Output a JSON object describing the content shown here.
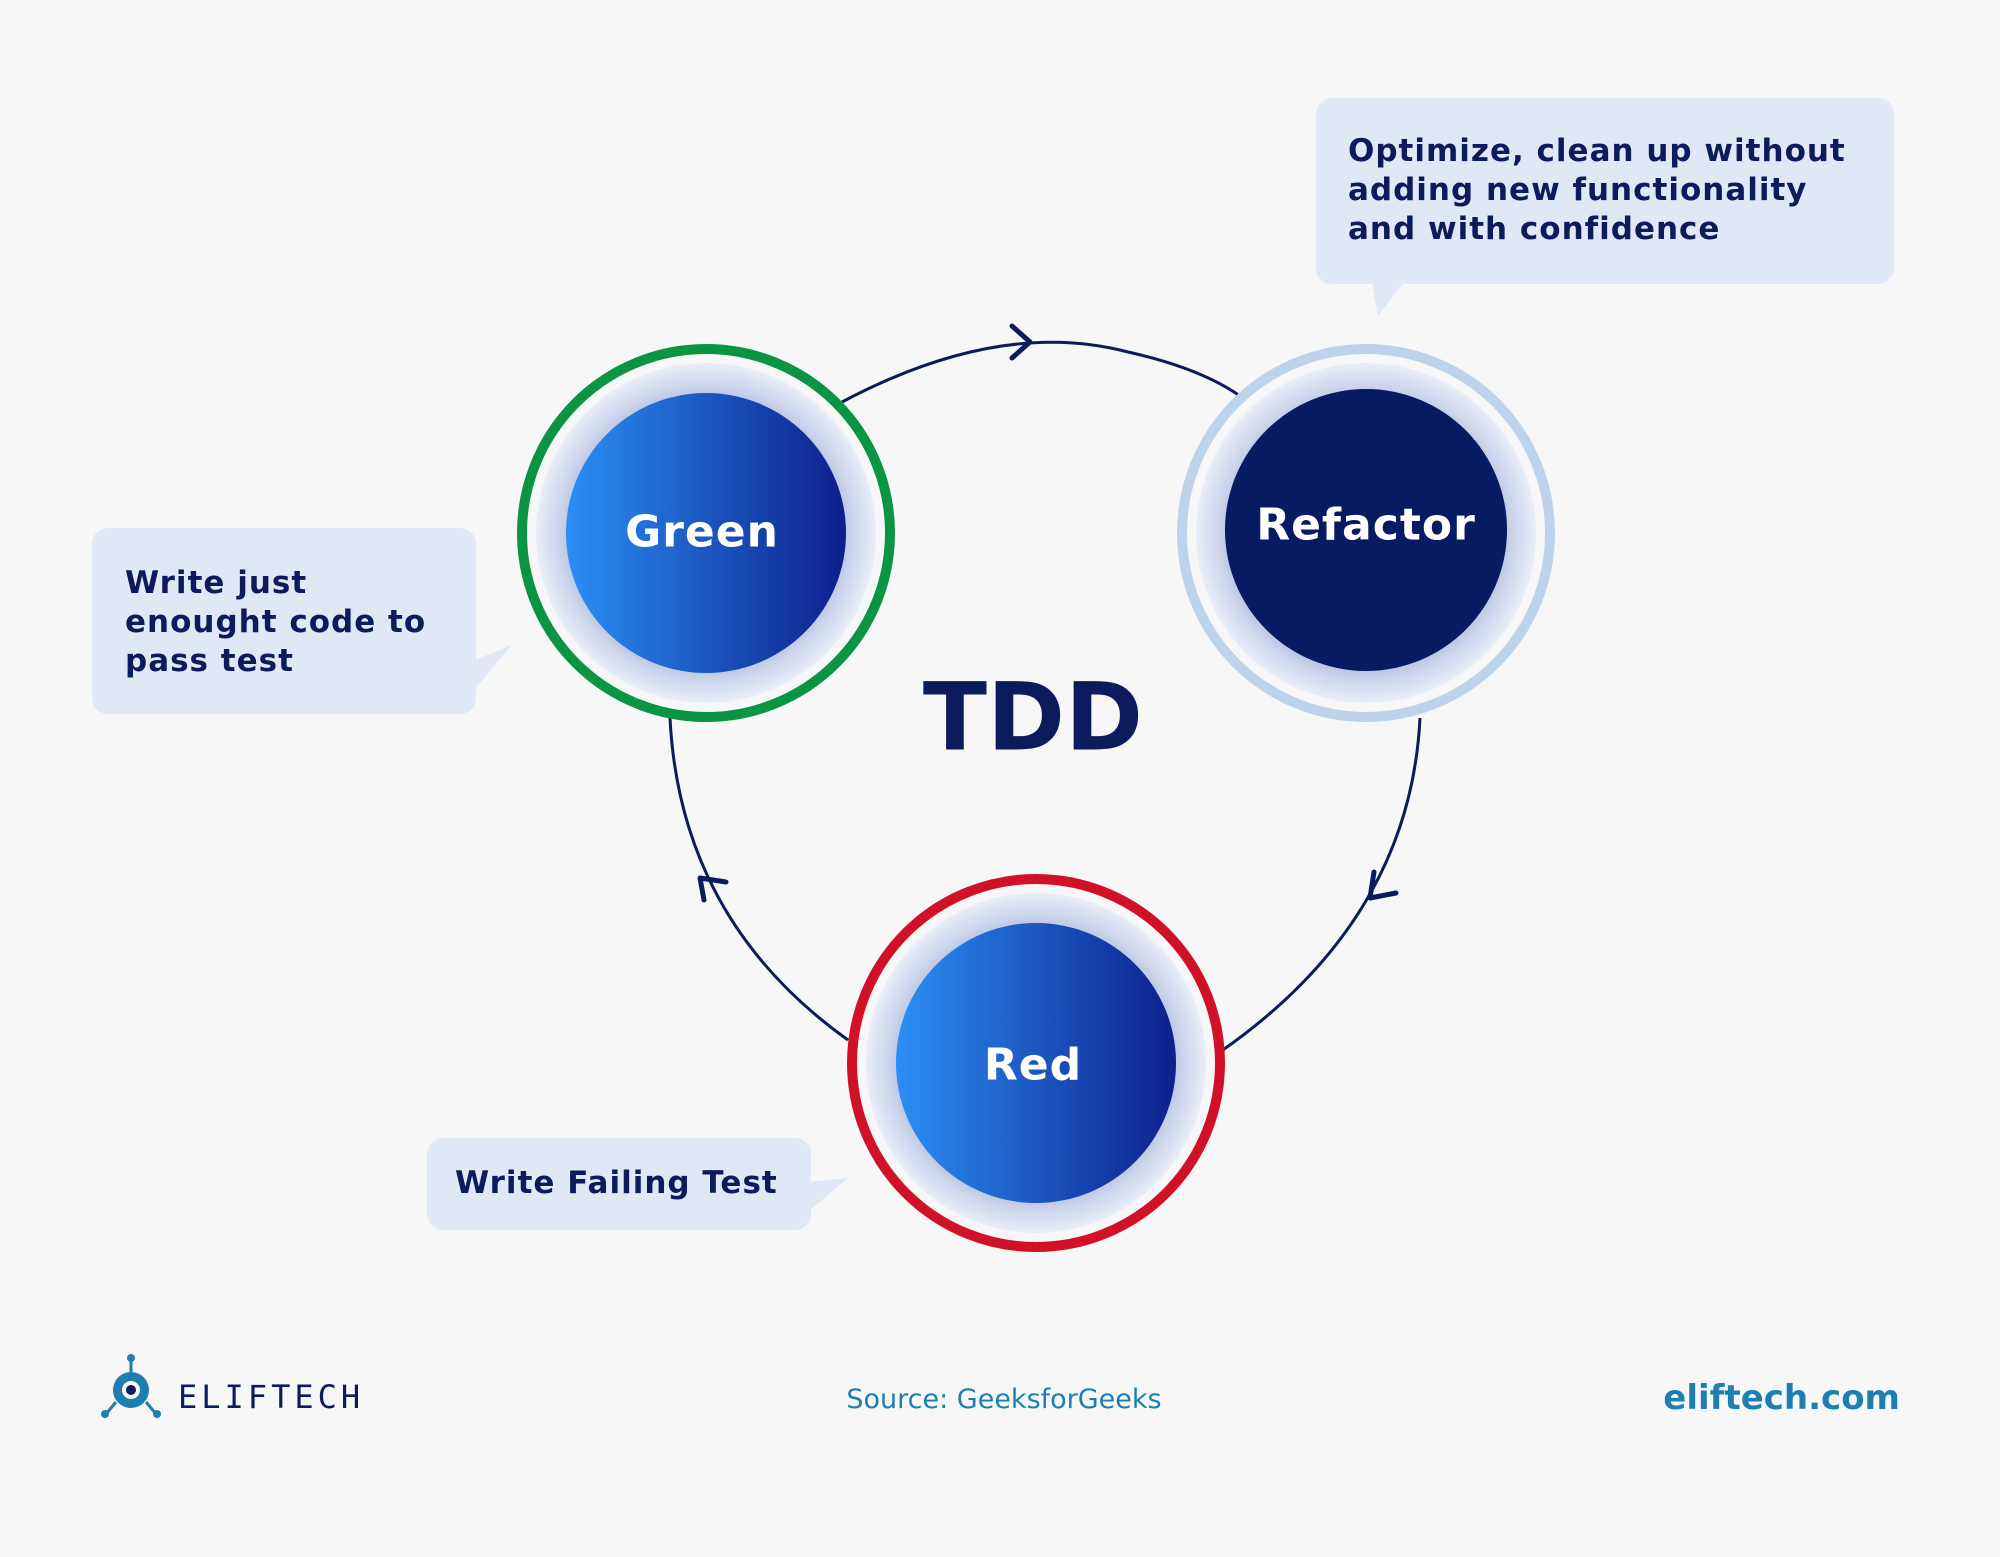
{
  "center_title": "TDD",
  "nodes": {
    "green": {
      "label": "Green",
      "ring_color": "#0a9443"
    },
    "refactor": {
      "label": "Refactor",
      "ring_color": "#bcd3ea"
    },
    "red": {
      "label": "Red",
      "ring_color": "#d11127"
    }
  },
  "callouts": {
    "green": {
      "lines": [
        "Write just",
        "enought code to",
        "pass test"
      ]
    },
    "refactor": {
      "lines": [
        "Optimize, clean up without",
        "adding new functionality",
        "and with confidence"
      ]
    },
    "red": {
      "lines": [
        "Write Failing Test"
      ]
    }
  },
  "footer": {
    "brand": "ELIFTECH",
    "source": "Source: GeeksforGeeks",
    "site": "eliftech.com"
  },
  "colors": {
    "navy": "#0b1b5c",
    "bubble": "#dfe8f4",
    "gradient_start": "#2b8ff5",
    "gradient_end": "#0d1f8c",
    "link": "#1c7fb0"
  }
}
